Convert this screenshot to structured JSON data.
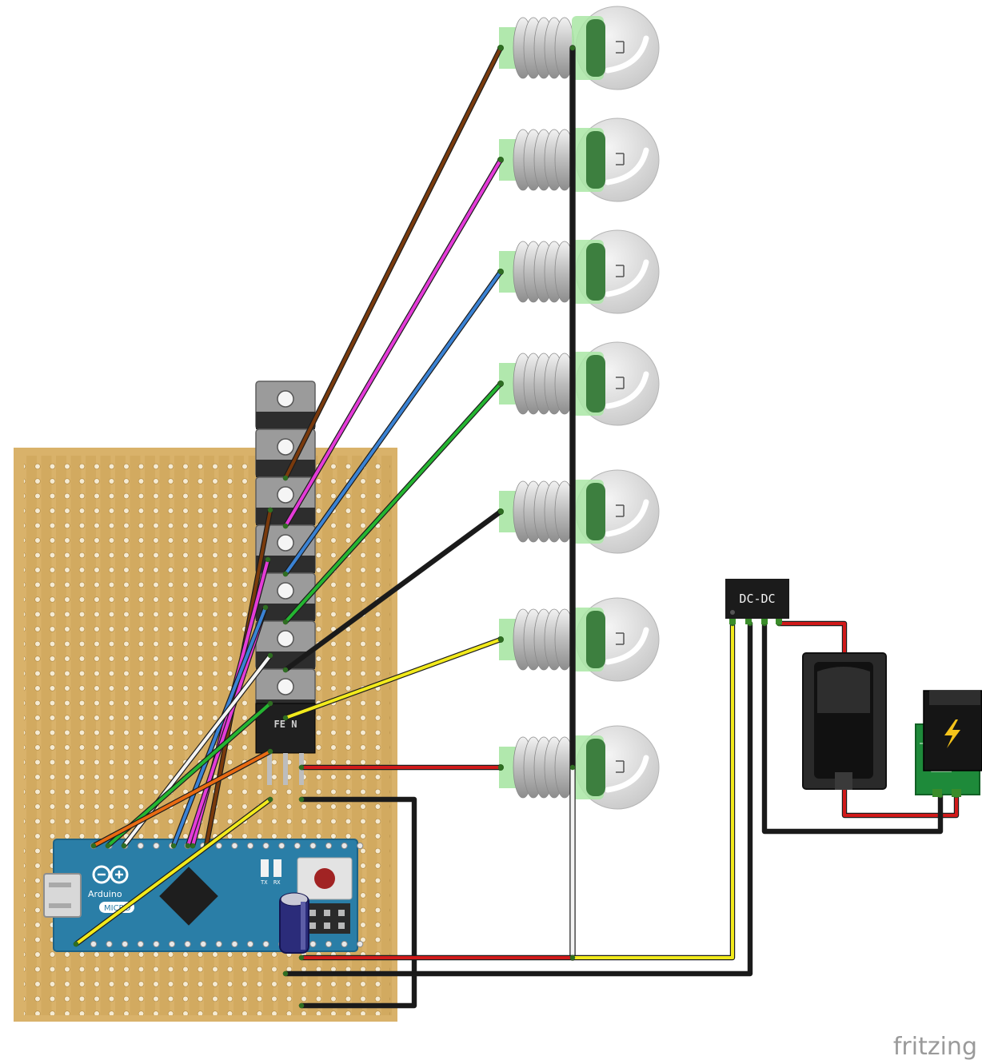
{
  "diagram": {
    "tool_watermark": "fritzing",
    "arduino": {
      "logo_text": "Arduino",
      "model_label": "MICRO",
      "led_tx_label": "TX",
      "led_rx_label": "RX"
    },
    "dcdc_module": {
      "label": "DC-DC"
    },
    "mosfet": {
      "label": "FE  N"
    },
    "bulbs_count": 7,
    "mosfets_count": 7,
    "colors": {
      "perfboard": "#d9b26a",
      "copper_strip": "#c79a4e",
      "arduino_board": "#2a7ea7",
      "wire_brown": "#7a3a0c",
      "wire_magenta": "#e43bd8",
      "wire_blue": "#3a82d4",
      "wire_green": "#24b531",
      "wire_black": "#1a1a1a",
      "wire_yellow": "#f2ea1c",
      "wire_white": "#f4f4f4",
      "wire_orange": "#e86a12",
      "wire_red": "#d11a1a",
      "bulb_green": "#3d7f3f",
      "bulb_glass": "#dcdcdc"
    }
  }
}
